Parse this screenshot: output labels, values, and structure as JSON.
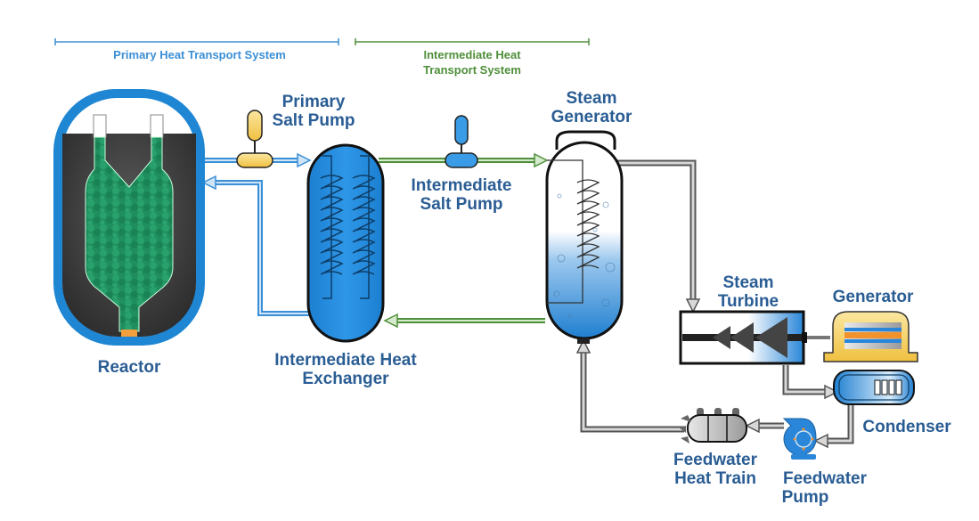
{
  "sections": {
    "primary": "Primary Heat Transport System",
    "intermediate_line1": "Intermediate Heat",
    "intermediate_line2": "Transport System"
  },
  "components": {
    "reactor": "Reactor",
    "primary_pump_l1": "Primary",
    "primary_pump_l2": "Salt Pump",
    "ihx_l1": "Intermediate Heat",
    "ihx_l2": "Exchanger",
    "int_pump_l1": "Intermediate",
    "int_pump_l2": "Salt Pump",
    "sg_l1": "Steam",
    "sg_l2": "Generator",
    "turbine_l1": "Steam",
    "turbine_l2": "Turbine",
    "generator": "Generator",
    "condenser": "Condenser",
    "fw_pump_l1": "Feedwater",
    "fw_pump_l2": "Pump",
    "fw_heat_l1": "Feedwater",
    "fw_heat_l2": "Heat Train"
  },
  "colors": {
    "primary_loop": "#3b8fd6",
    "intermediate_loop": "#4f8f3a",
    "steam_loop": "#9a9a9a",
    "label": "#2a5d94",
    "fuel": "#1f8f5f",
    "pump_yellow": "#f2c94c"
  }
}
